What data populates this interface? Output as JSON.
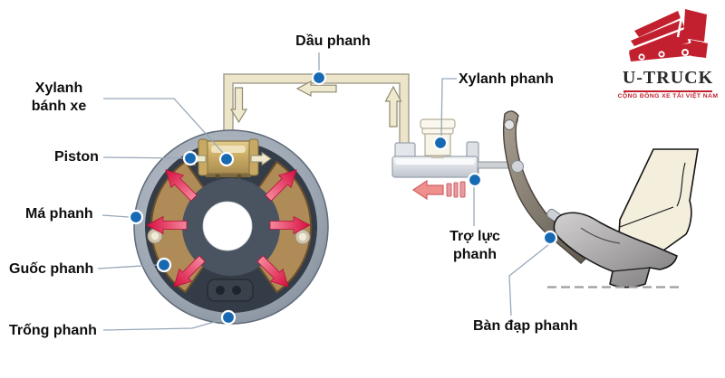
{
  "page": {
    "kind": "technical-diagram",
    "subject": "hydraulic drum brake system"
  },
  "labels": {
    "dau_phanh": "Dầu phanh",
    "xylanh_banh_xe": "Xylanh bánh xe",
    "piston": "Piston",
    "ma_phanh": "Má phanh",
    "guoc_phanh": "Guốc phanh",
    "trong_phanh": "Trống phanh",
    "xylanh_phanh": "Xylanh phanh",
    "tro_luc_phanh": "Trợ lực phanh",
    "ban_dap_phanh": "Bàn đạp phanh"
  },
  "logo": {
    "name": "U-TRUCK",
    "tagline": "CỘNG ĐỒNG XE TẢI VIỆT NAM"
  },
  "icons": {
    "marker_dot": "●",
    "flow_arrow_cream": "⇦",
    "force_arrow_red": "➔",
    "truck_logo": "truck"
  },
  "colors": {
    "marker_blue": "#1769B4",
    "force_arrow_red": "#D60F3F",
    "assist_arrow_pink": "#EF8B88",
    "pipe_cream": "#ECE5CA",
    "brand_red": "#C2202E",
    "drum_gray": "#8A94A1",
    "backing_plate": "#49525E",
    "shoe_tan": "#AE8B57",
    "leader_line": "#96A7B8",
    "text": "#0E0E0E"
  }
}
